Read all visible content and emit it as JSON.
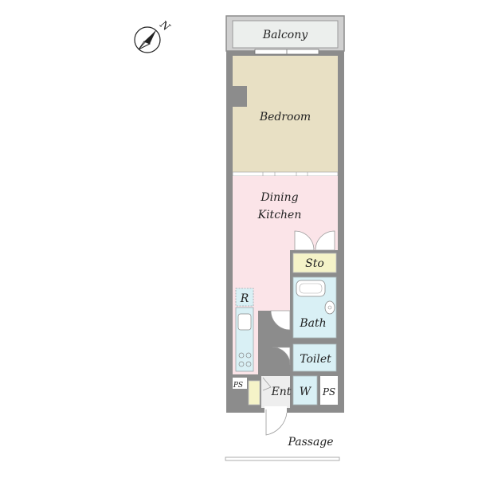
{
  "compass": {
    "north_label": "N",
    "icon": "north-arrow-icon"
  },
  "rooms": {
    "balcony": "Balcony",
    "bedroom": "Bedroom",
    "dining_kitchen_line1": "Dining",
    "dining_kitchen_line2": "Kitchen",
    "storage": "Sto",
    "bath": "Bath",
    "toilet": "Toilet",
    "entrance": "Ent",
    "washer": "W",
    "ps_right": "PS",
    "ps_left": "PS",
    "refrigerator": "R",
    "passage": "Passage"
  },
  "colors": {
    "wall": "#8c8c8c",
    "balcony": "#ecefed",
    "bedroom": "#e8e0c4",
    "dining_kitchen": "#fbe4e8",
    "wet_area": "#d9f0f5",
    "storage": "#f5f3c8",
    "entrance": "#eeeeee"
  }
}
